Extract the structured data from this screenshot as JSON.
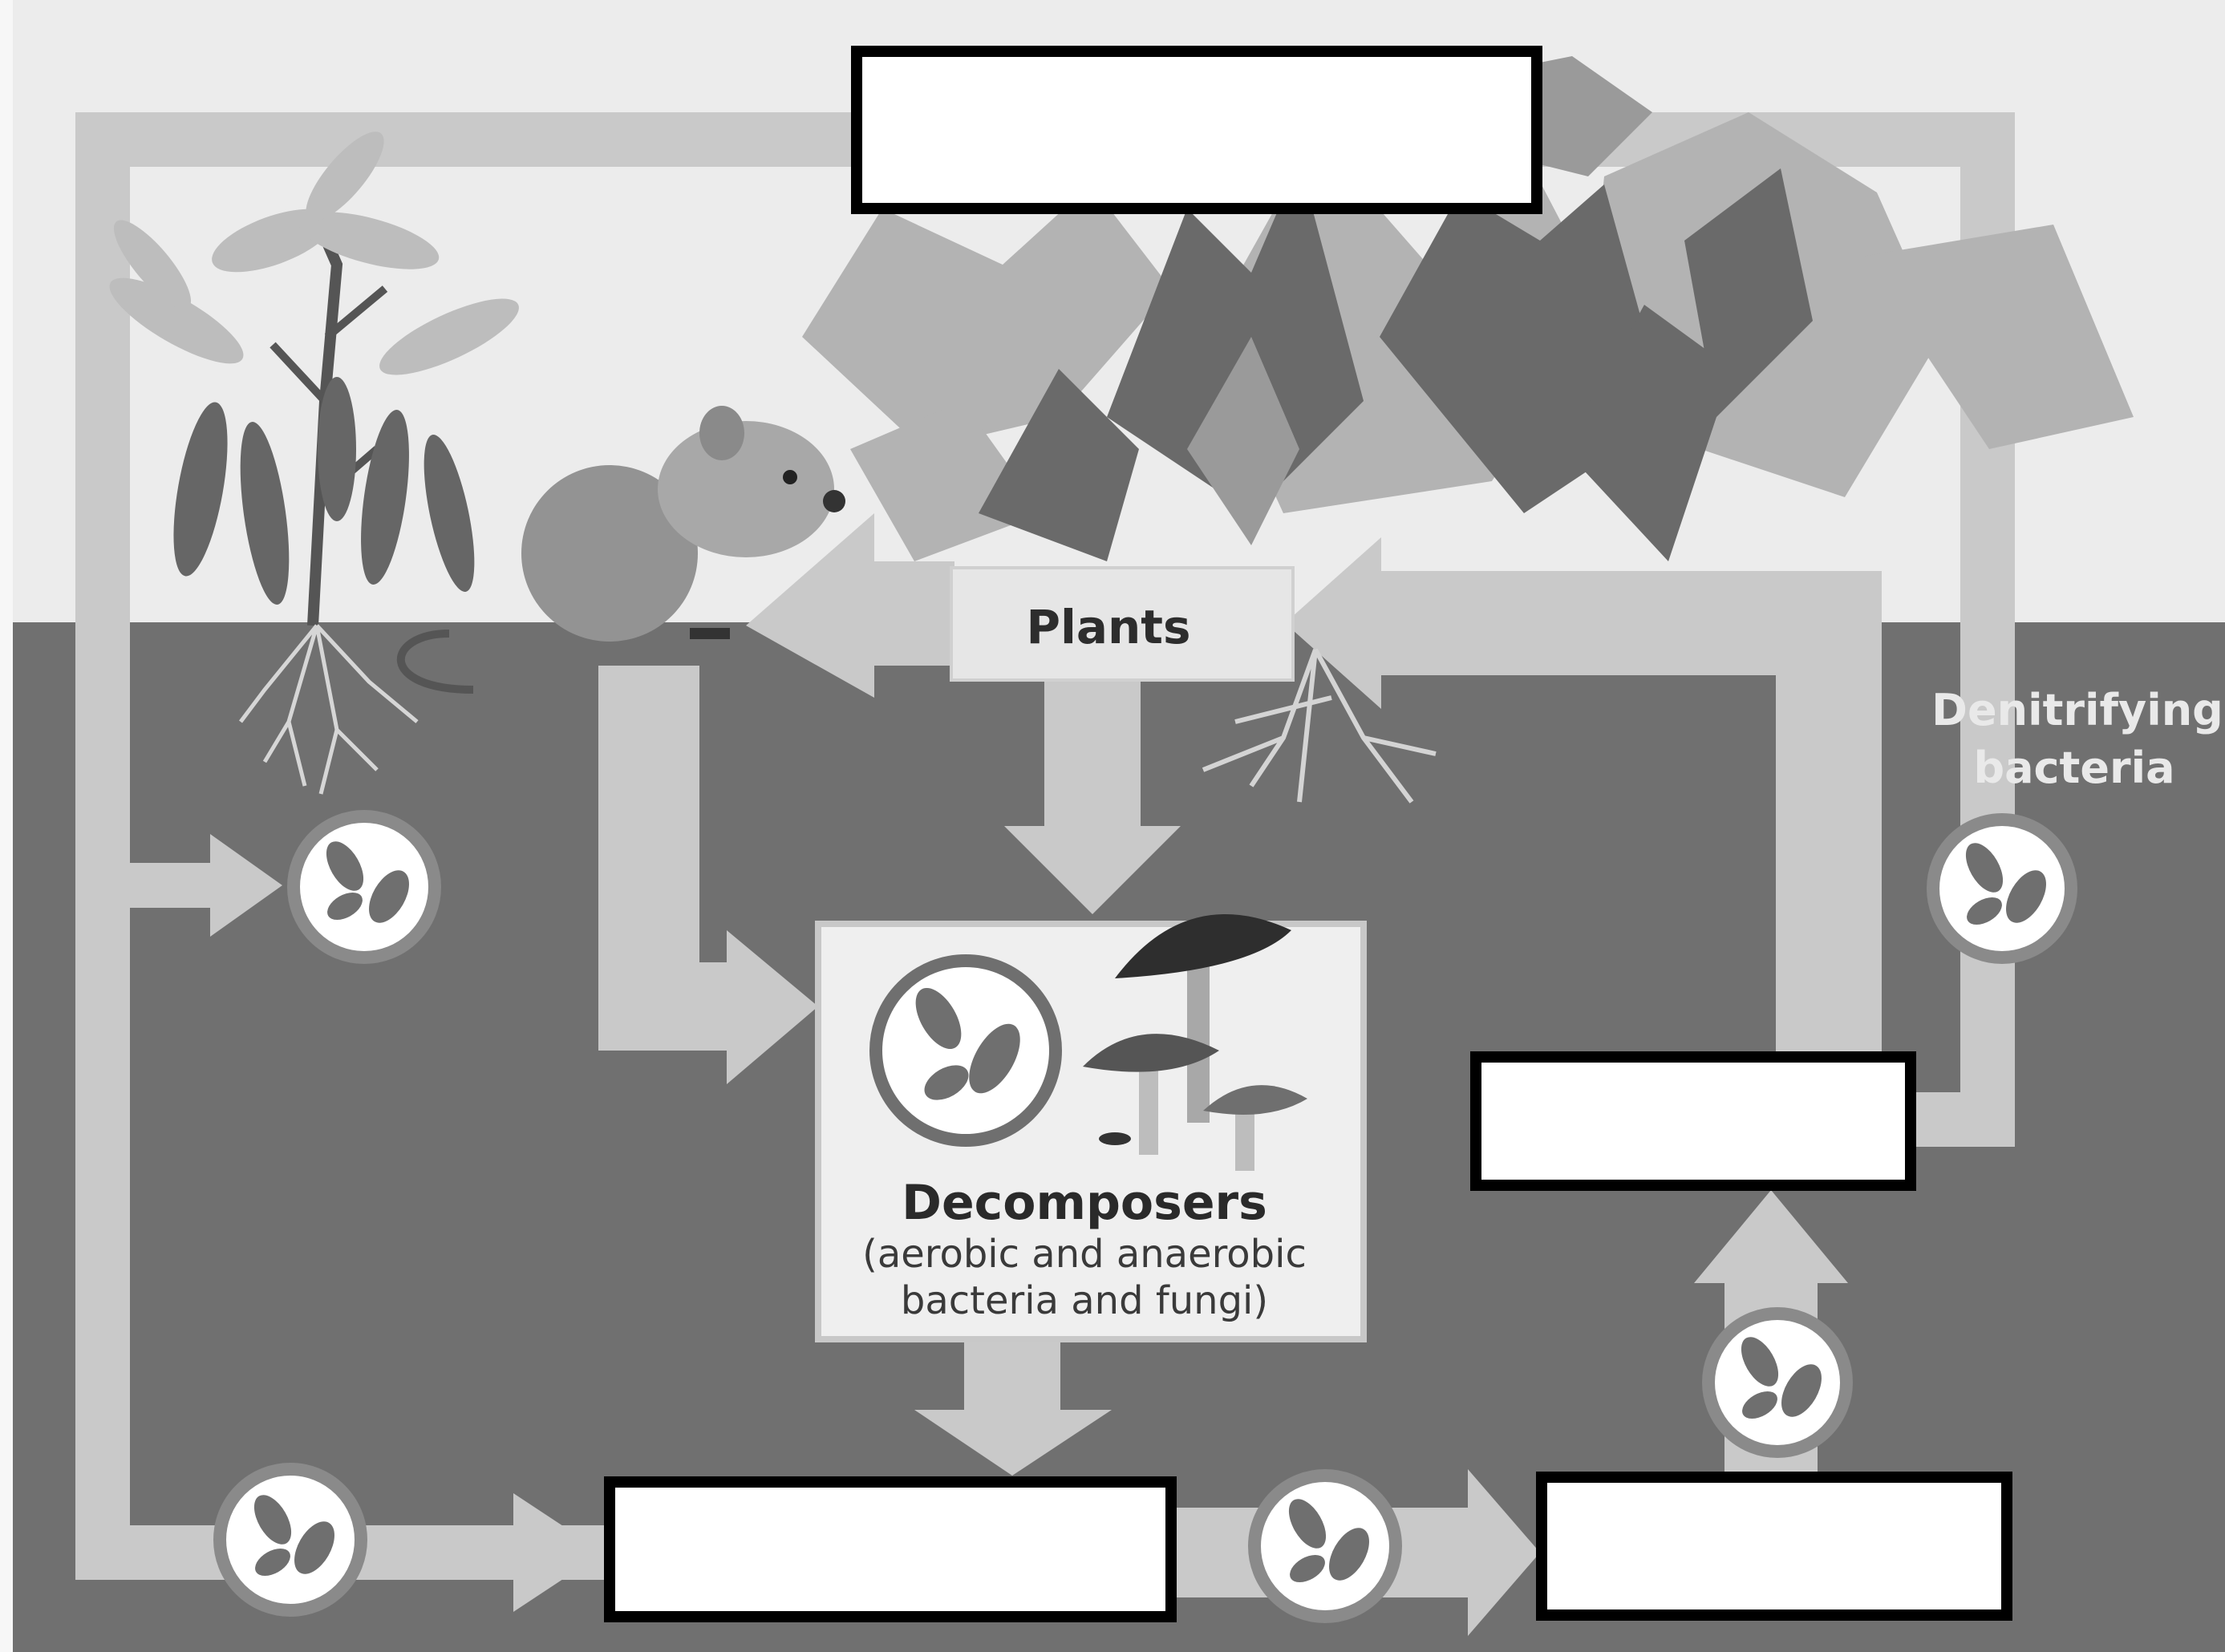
{
  "diagram": {
    "labels": {
      "plants": "Plants",
      "decomposers_title": "Decomposers",
      "decomposers_line1": "(aerobic and anaerobic",
      "decomposers_line2": "bacteria and fungi)",
      "denitrifying_line1": "Denitrifying",
      "denitrifying_line2": "bacteria"
    },
    "blank_boxes": [
      {
        "id": "top",
        "text": ""
      },
      {
        "id": "right-middle",
        "text": ""
      },
      {
        "id": "bottom-middle",
        "text": ""
      },
      {
        "id": "bottom-right",
        "text": ""
      }
    ],
    "colors": {
      "sky": "#ececec",
      "soil": "#707070",
      "arrow": "#c9c9c9",
      "label_box": "#e6e6e6",
      "blank_fill": "#ffffff",
      "blank_border": "#000000"
    }
  }
}
